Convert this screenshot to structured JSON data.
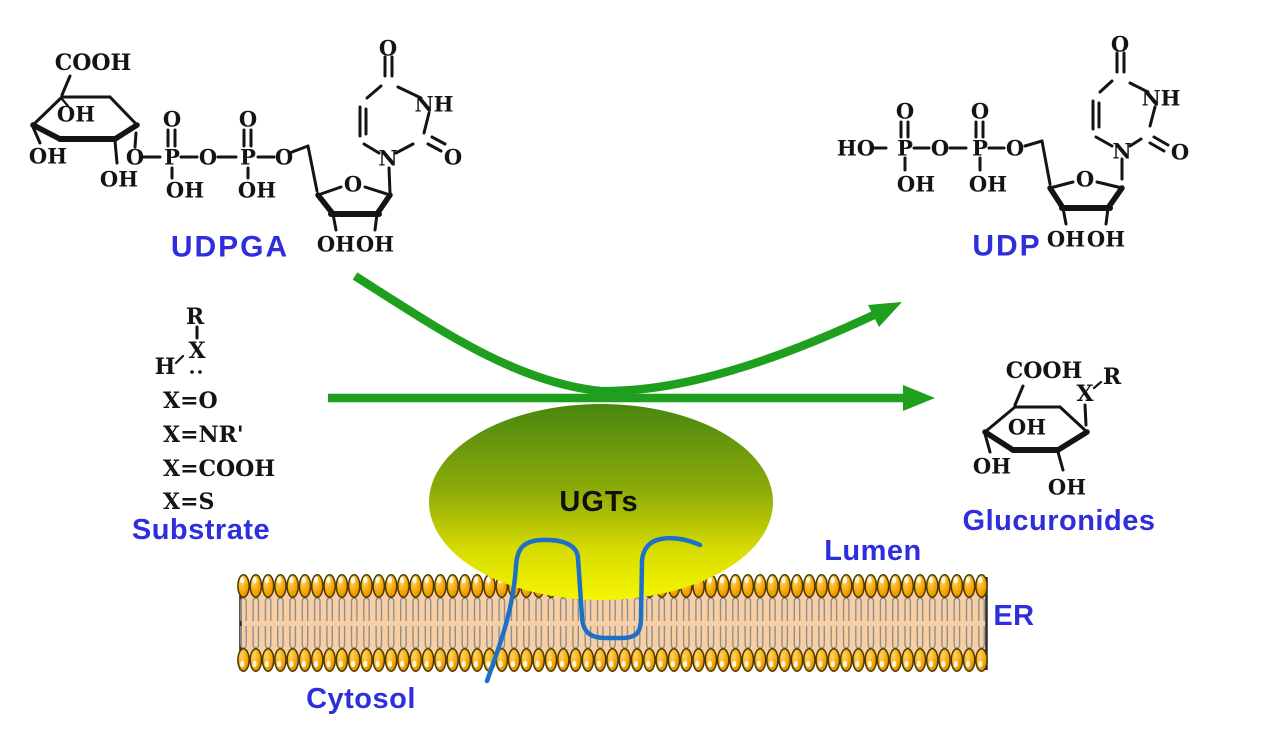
{
  "diagram": {
    "enzyme_label": "UGTs",
    "labels": {
      "udpga": "UDPGA",
      "udp": "UDP",
      "substrate": "Substrate",
      "glucuronides": "Glucuronides"
    },
    "compartments": {
      "lumen": "Lumen",
      "er": "ER",
      "cytosol": "Cytosol"
    }
  },
  "atoms": {
    "cooh": "COOH",
    "oh": "OH",
    "o": "O",
    "p": "P",
    "ho": "HO",
    "n": "N",
    "nh": "NH",
    "h": "H",
    "x": "X",
    "r": "R"
  },
  "substrate": {
    "variants": [
      "X=O",
      "X=NR'",
      "X=COOH",
      "X=S"
    ]
  },
  "colors": {
    "label_blue": "#2E2EDC",
    "arrow_green": "#1E9F1E",
    "enzyme_gradient_top": "#47870F",
    "enzyme_gradient_bottom": "#F6F600",
    "membrane_band": "#F8CFA5",
    "lipid_head_orange": "#F6A500",
    "membrane_anchor_blue": "#1D70C8",
    "structure_black": "#141414"
  }
}
